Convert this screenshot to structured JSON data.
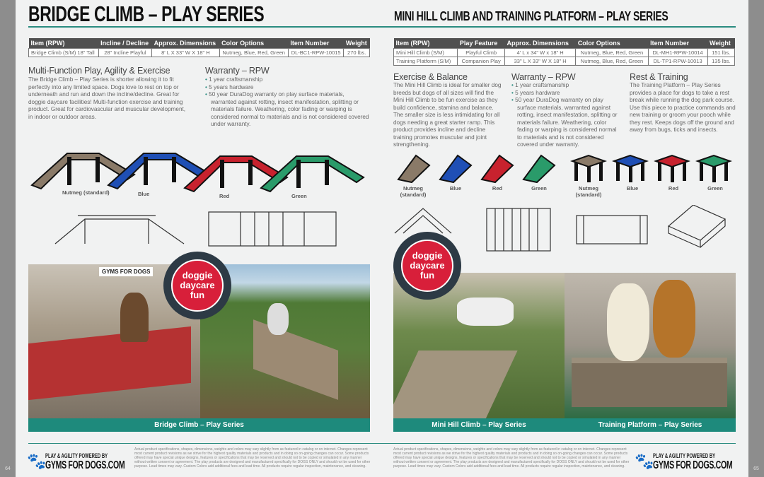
{
  "left": {
    "title": "BRIDGE CLIMB – PLAY SERIES",
    "table": {
      "headers": [
        "Item (RPW)",
        "Incline / Decline",
        "Approx. Dimensions",
        "Color Options",
        "Item Number",
        "Weight"
      ],
      "rows": [
        [
          "Bridge Climb (S/M) 18\" Tall",
          "28\" Incline Playful",
          "8' L X 33\" W X 18\" H",
          "Nutmeg, Blue, Red, Green",
          "DL-BC1-RPW-10015",
          "270 lbs."
        ]
      ]
    },
    "section1": {
      "heading": "Multi-Function Play, Agility & Exercise",
      "body": "The Bridge Climb – Play Series is shorter allowing it to fit perfectly into any limited space. Dogs love to rest on top or underneath and run and down the incline/decline. Great for doggie daycare facilities! Multi-function exercise and training product. Great for cardiovascular and muscular development, in indoor or outdoor areas."
    },
    "warranty": {
      "heading": "Warranty – RPW",
      "items": [
        "1 year craftsmanship",
        "5 years hardware",
        "50 year DuraDog warranty on play surface materials, warranted against rotting, insect manifestation, splitting or materials failure. Weathering, color fading or warping is considered normal to materials and is not considered covered under warranty."
      ]
    },
    "colors": [
      {
        "label": "Nutmeg (standard)",
        "hex": "#8a7a68"
      },
      {
        "label": "Blue",
        "hex": "#1f4fb5"
      },
      {
        "label": "Red",
        "hex": "#c8222e"
      },
      {
        "label": "Green",
        "hex": "#2a9b6a"
      }
    ],
    "badge": "doggie daycare fun",
    "caption": "Bridge Climb – Play Series",
    "page": "64"
  },
  "right": {
    "title": "MINI HILL CLIMB AND TRAINING PLATFORM – PLAY SERIES",
    "table": {
      "headers": [
        "Item (RPW)",
        "Play Feature",
        "Approx. Dimensions",
        "Color Options",
        "Item Number",
        "Weight"
      ],
      "rows": [
        [
          "Mini Hill Climb (S/M)",
          "Playful Climb",
          "4' L x 34\" W x 18\" H",
          "Nutmeg, Blue, Red, Green",
          "DL-MH1-RPW-10014",
          "151 lbs."
        ],
        [
          "Training Platform (S/M)",
          "Companion Play",
          "33\" L X 33\" W X 18\" H",
          "Nutmeg, Blue, Red, Green",
          "DL-TP1-RPW-10013",
          "135 lbs."
        ]
      ]
    },
    "section1": {
      "heading": "Exercise & Balance",
      "body": "The Mini Hill Climb is ideal for smaller dog breeds but dogs of all sizes will find the Mini Hill Climb to be fun exercise as they build confidence, stamina and balance. The smaller size is less intimidating for all dogs needing a great starter ramp. This product provides incline and decline training promotes muscular and joint strengthening."
    },
    "warranty": {
      "heading": "Warranty – RPW",
      "items": [
        "1 year craftsmanship",
        "5 years hardware",
        "50 year DuraDog warranty on play surface materials, warranted against rotting, insect manifestation, splitting or materials failure. Weathering, color fading or warping is considered normal to materials and is not considered covered under warranty."
      ]
    },
    "section3": {
      "heading": "Rest & Training",
      "body": "The Training Platform – Play Series provides a place for dogs to take a rest break while running the dog park course. Use this piece to practice commands and new training or groom your pooch while they rest. Keeps dogs off the ground and away from bugs, ticks and insects."
    },
    "colors": [
      "Nutmeg (standard)",
      "Blue",
      "Red",
      "Green"
    ],
    "badge": "doggie daycare fun",
    "caption1": "Mini Hill Climb – Play Series",
    "caption2": "Training Platform – Play Series",
    "page": "65"
  },
  "footer": {
    "logo_top": "PLAY & AGILITY POWERED BY",
    "logo_bottom": "GYMS FOR DOGS.COM",
    "sign_text": "GYMS FOR DOGS",
    "disclaimer": "Actual product specifications, shapes, dimensions, weights and colors may vary slightly from as featured in catalog or on internet. Changes represent most current product revisions as we strive for the highest quality materials and products and in doing so on-going changes can occur. Some products offered may have special unique designs, features or specifications that may be reserved and should not to be copied or simulated in any manner without written consent or agreement. The play products are designed and manufactured specifically for DOGS ONLY and should not be used for other purpose. Lead times may vary. Custom Colors add additional fees and lead time. All products require regular inspection, maintenance, and cleaning."
  }
}
